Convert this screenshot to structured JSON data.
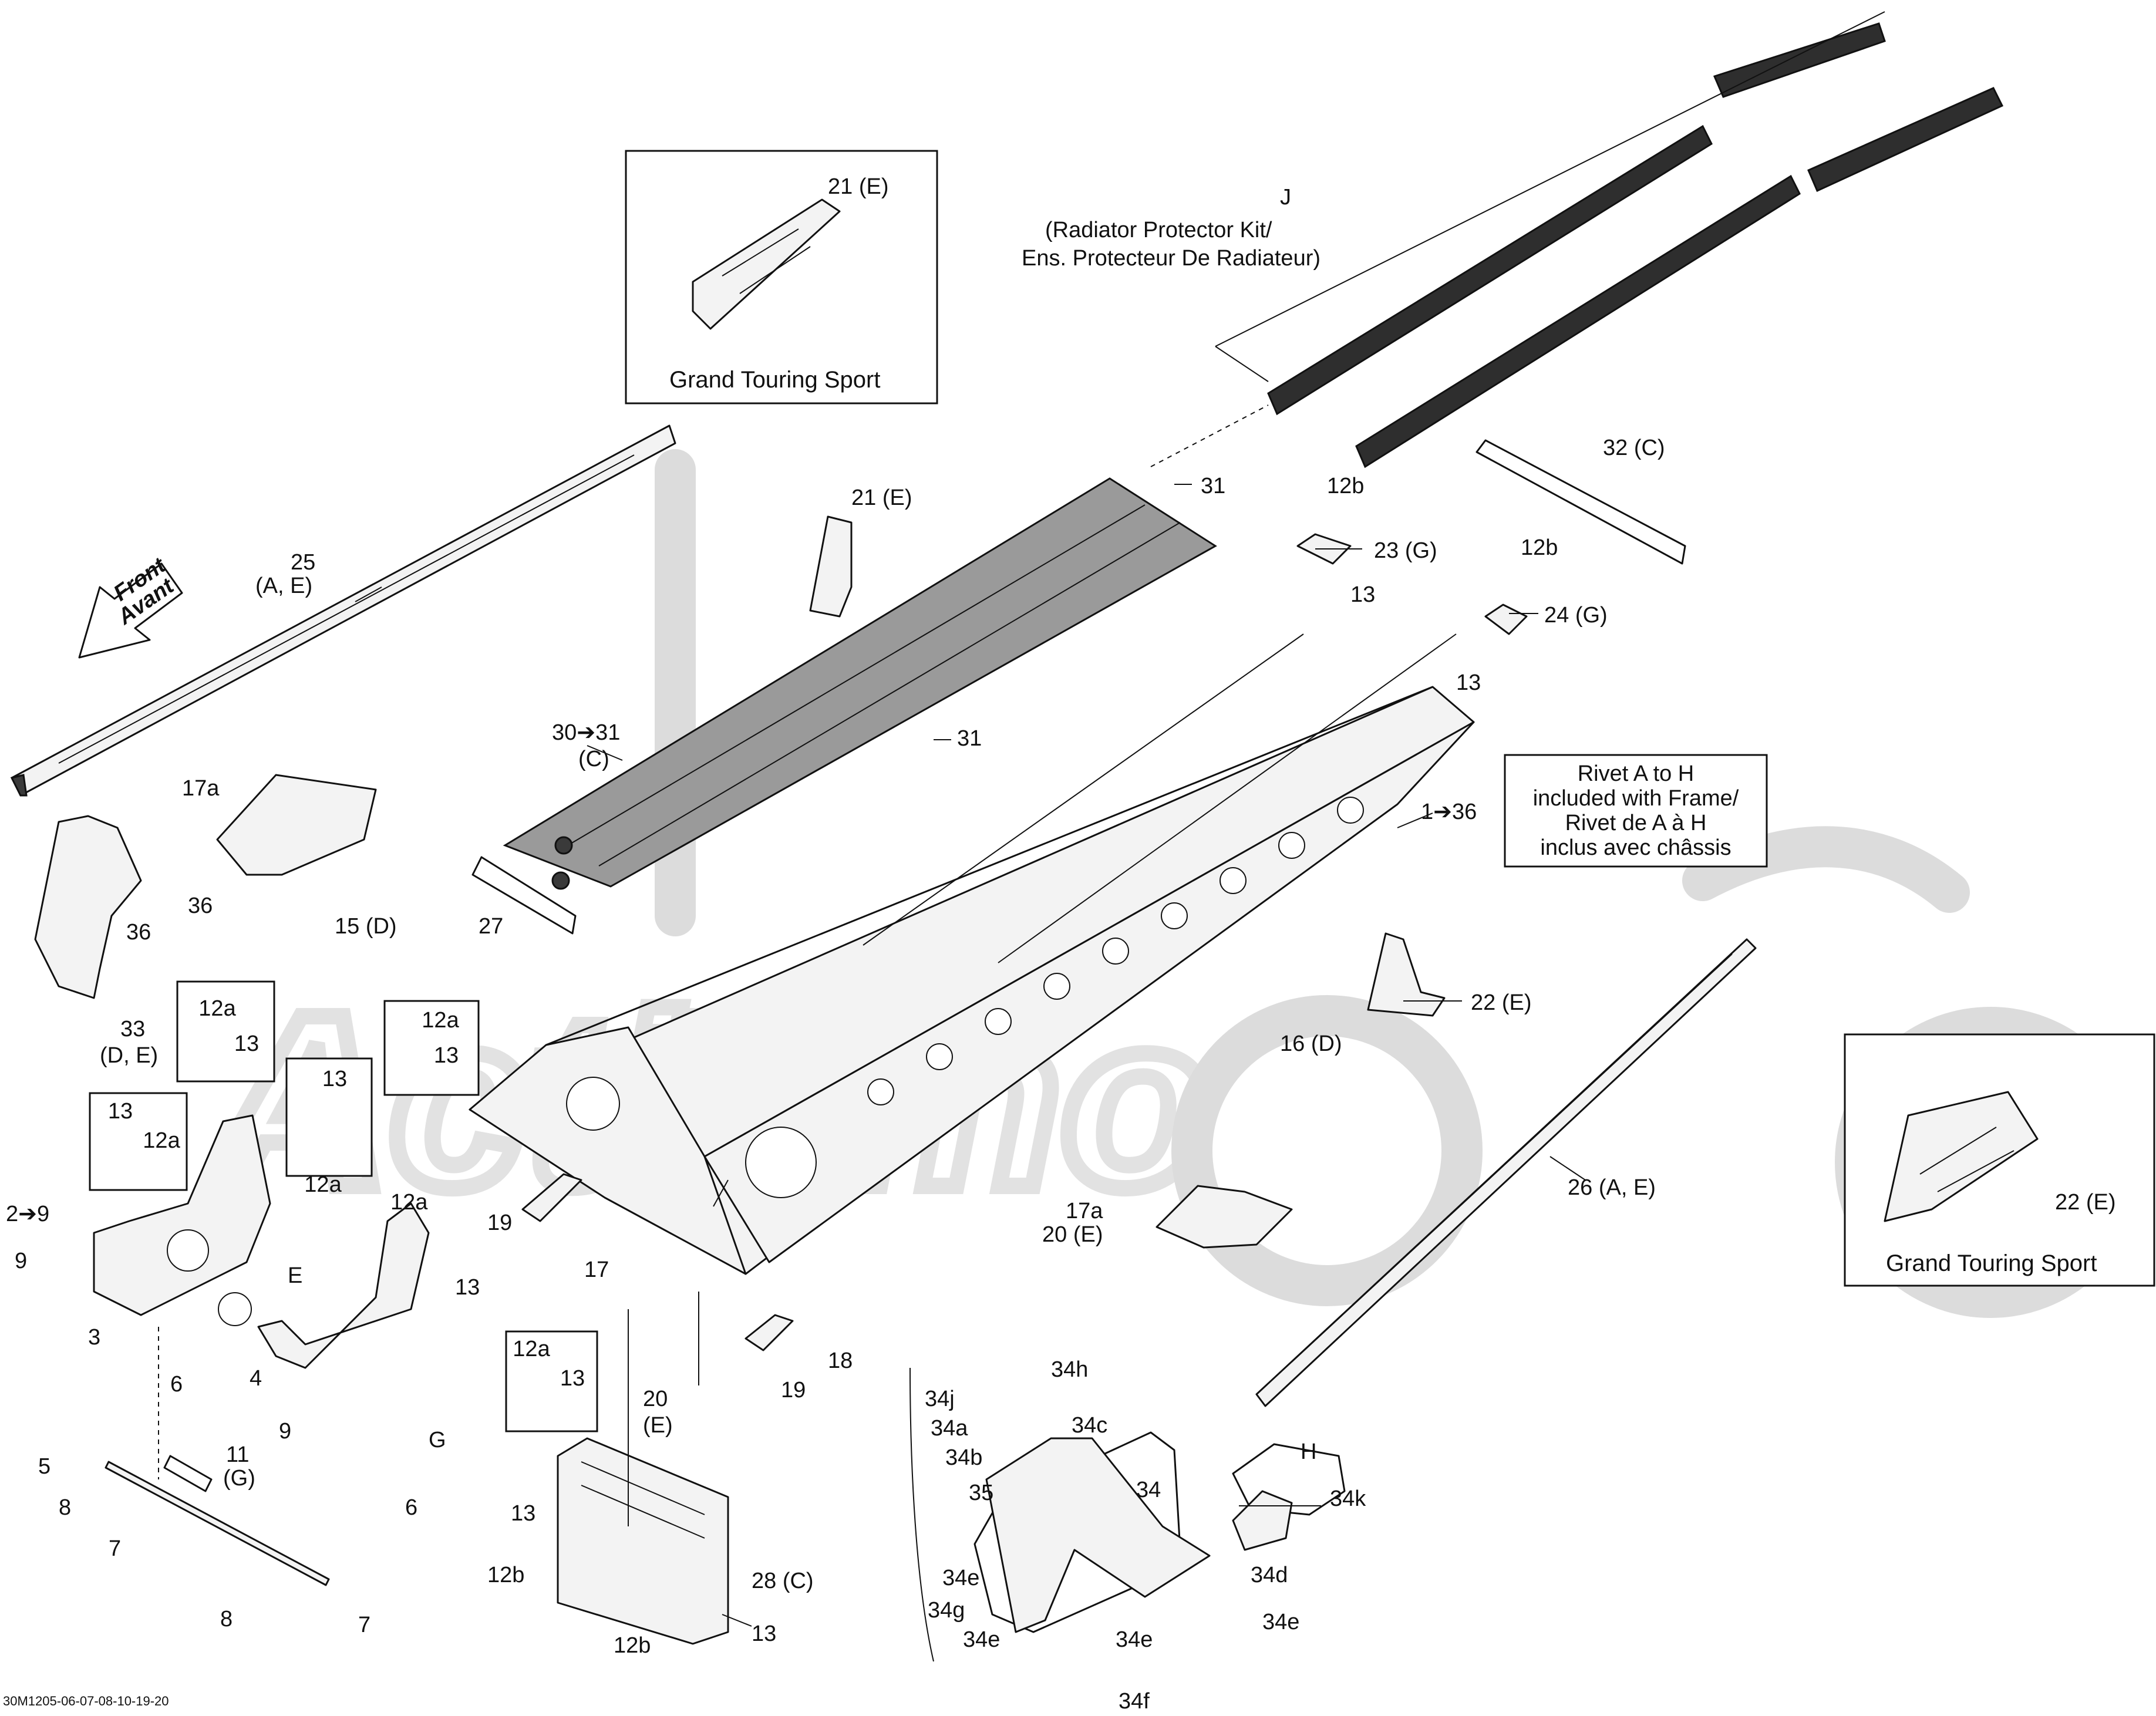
{
  "diagram_code": "30M1205-06-07-08-10-19-20",
  "front_arrow": {
    "line1": "Front",
    "line2": "Avant"
  },
  "notes": {
    "radiator_kit": {
      "letter": "J",
      "line1": "(Radiator Protector Kit/",
      "line2": "Ens. Protecteur De Radiateur)"
    },
    "rivet_box": {
      "line1": "Rivet A to H",
      "line2": "included with Frame/",
      "line3": "Rivet de A à H",
      "line4": "inclus avec châssis"
    }
  },
  "inset_boxes": [
    {
      "title": "Grand Touring Sport",
      "part": "21 (E)"
    },
    {
      "title": "Grand Touring Sport",
      "part": "22 (E)"
    }
  ],
  "small_boxes": [
    {
      "a": "12a",
      "b": "13"
    },
    {
      "a": "12a",
      "b": "13"
    },
    {
      "a": "13",
      "b": "12a"
    },
    {
      "a": "13",
      "b": "12a"
    },
    {
      "a": "12a",
      "b": "13"
    }
  ],
  "callouts": {
    "c1": "1➔36",
    "c2": "2➔9",
    "c3": "3",
    "c4": "4",
    "c5": "5",
    "c6a": "6",
    "c6b": "6",
    "c7a": "7",
    "c7b": "7",
    "c8a": "8",
    "c8b": "8",
    "c9a": "9",
    "c9b": "9",
    "c11": "11",
    "c11g": "(G)",
    "c12a_mid": "12a",
    "c12b_a": "12b",
    "c12b_b": "12b",
    "c12b_c": "12b",
    "c12b_d": "12b",
    "c13_a": "13",
    "c13_b": "13",
    "c13_c": "13",
    "c13_d": "13",
    "c13_e": "13",
    "c15": "15 (D)",
    "c16": "16 (D)",
    "c17": "17",
    "c17a_a": "17a",
    "c17a_b": "17a",
    "c18": "18",
    "c19a": "19",
    "c19b": "19",
    "c20a": "20 (E)",
    "c20b": "20",
    "c20be": "(E)",
    "c21": "21 (E)",
    "c22": "22 (E)",
    "c23": "23 (G)",
    "c24": "24 (G)",
    "c25": "25",
    "c25s": "(A, E)",
    "c26": "26 (A, E)",
    "c27": "27",
    "c28": "28 (C)",
    "c30": "30➔31",
    "c30s": "(C)",
    "c31a": "31",
    "c31b": "31",
    "c32": "32 (C)",
    "c33": "33",
    "c33s": "(D, E)",
    "c34": "34",
    "c34a": "34a",
    "c34b": "34b",
    "c34c": "34c",
    "c34d": "34d",
    "c34e_a": "34e",
    "c34e_b": "34e",
    "c34e_c": "34e",
    "c34e_d": "34e",
    "c34f": "34f",
    "c34g": "34g",
    "c34h": "34h",
    "c34j": "34j",
    "c34k": "34k",
    "c35": "35",
    "c36a": "36",
    "c36b": "36",
    "cE": "E",
    "cG": "G",
    "cH": "H"
  }
}
